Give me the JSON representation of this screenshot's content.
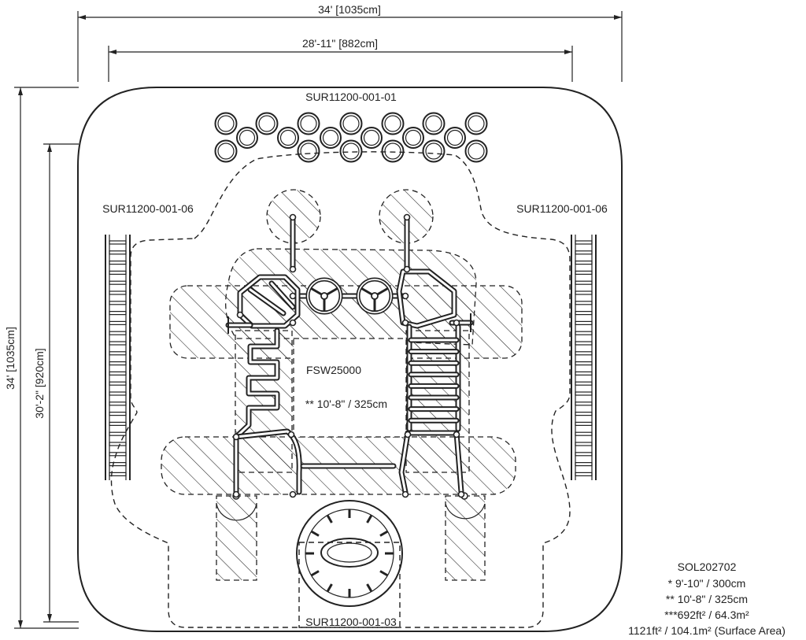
{
  "dimensions": {
    "overall_width": "34' [1035cm]",
    "inner_width": "28'-11\" [882cm]",
    "overall_height": "34' [1035cm]",
    "inner_height": "30'-2\" [920cm]"
  },
  "labels": {
    "stepping_stones": "SUR11200-001-01",
    "left_ladder": "SUR11200-001-06",
    "right_ladder": "SUR11200-001-06",
    "center_unit": "FSW25000",
    "center_clearance": "** 10'-8\" / 325cm",
    "spinner": "SUR11200-001-03"
  },
  "info": {
    "model": "SOL202702",
    "line1": "* 9'-10\" / 300cm",
    "line2": "** 10'-8\" / 325cm",
    "line3": "***692ft² / 64.3m²",
    "line4": "1121ft² / 104.1m² (Surface Area)"
  },
  "colors": {
    "line": "#222222",
    "background": "#ffffff"
  }
}
